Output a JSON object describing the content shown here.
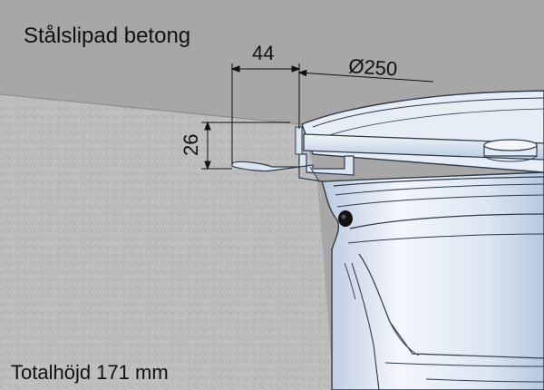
{
  "title": "Stålslipad betong",
  "dimensions": {
    "flange_width": "44",
    "diameter": "Ø250",
    "flange_height": "26"
  },
  "footer": "Totalhöjd 171 mm",
  "colors": {
    "background": "#a7a7a7",
    "concrete": "#bdbdbd",
    "metal_light": "#eef3fa",
    "metal_mid": "#c9d7ea",
    "metal_dark": "#8fa6c4",
    "outline": "#2f3b4a",
    "gasket": "#141414"
  }
}
